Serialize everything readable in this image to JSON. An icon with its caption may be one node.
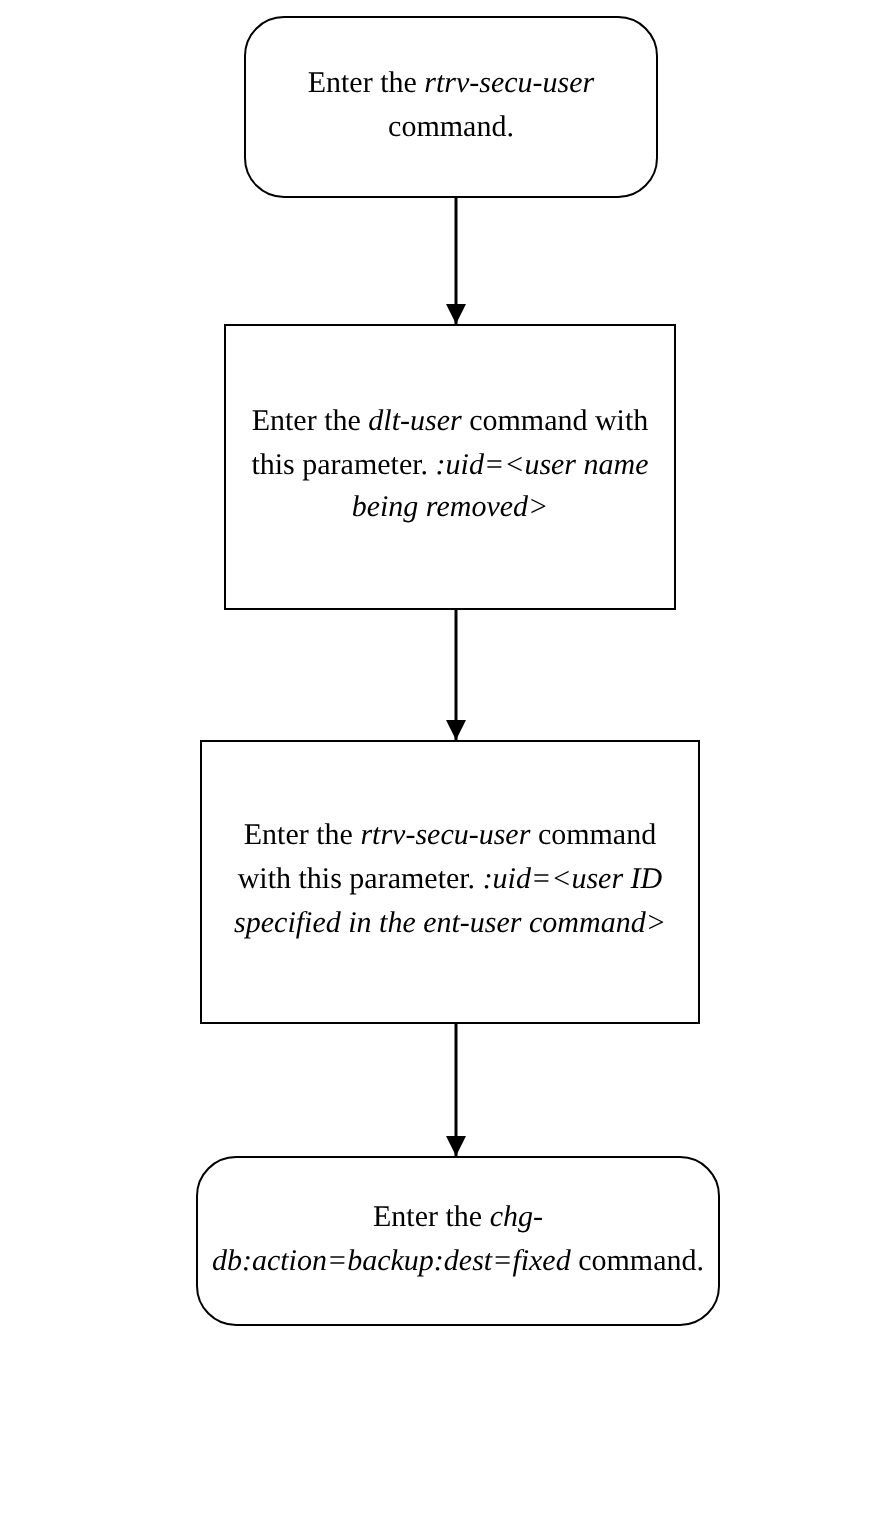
{
  "diagram": {
    "nodes": [
      {
        "text": [
          "Enter the *rtrv-secu-user* command."
        ]
      },
      {
        "text": [
          "Enter the *dlt-user* command with this parameter. *:uid=<user name being removed>*"
        ]
      },
      {
        "text": [
          "Enter the *rtrv-secu-user* command with this parameter. *:uid=<user ID specified in the ent-user command>*"
        ]
      },
      {
        "text": [
          "Enter the *chg-db:action=backup:dest=fixed* command."
        ]
      }
    ],
    "edges": [
      {
        "from": 0,
        "to": 1,
        "arrow": "to"
      },
      {
        "from": 1,
        "to": 2,
        "arrow": "to"
      },
      {
        "from": 2,
        "to": 3,
        "arrow": "to"
      }
    ]
  }
}
